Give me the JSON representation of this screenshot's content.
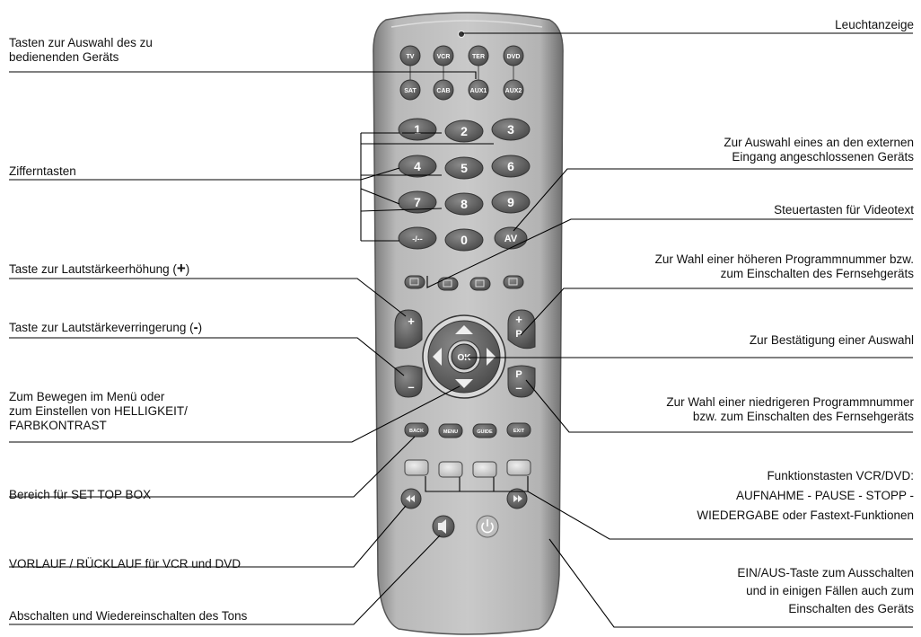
{
  "left_labels": {
    "device_select": "Tasten zur Auswahl des zu\nbedienenden Geräts",
    "number_keys": "Zifferntasten",
    "volume_up": "Taste zur Lautstärkeerhöhung (",
    "volume_up_sign": "+",
    "volume_down": "Taste zur Lautstärkeverringerung (",
    "volume_down_sign": "-",
    "menu_nav": "Zum Bewegen im Menü oder\nzum Einstellen von HELLIGKEIT/\nFARBKONTRAST",
    "stb_area": "Bereich für SET TOP BOX",
    "ff_rew": "VORLAUF / RÜCKLAUF für VCR und DVD",
    "mute": "Abschalten und Wiedereinschalten des Tons"
  },
  "right_labels": {
    "led": "Leuchtanzeige",
    "av_input": "Zur Auswahl eines an den externen\nEingang angeschlossenen Geräts",
    "teletext": "Steuertasten für Videotext",
    "prog_up": "Zur Wahl einer höheren Programmnummer bzw.\nzum Einschalten des Fernsehgeräts",
    "ok_confirm": "Zur Bestätigung einer Auswahl",
    "prog_down": "Zur Wahl einer niedrigeren Programmnummer\nbzw. zum Einschalten des Fernsehgeräts",
    "function_keys": "Funktionstasten VCR/DVD:\nAUFNAHME - PAUSE - STOPP -\nWIEDERGABE oder Fastext-Funktionen",
    "power": "EIN/AUS-Taste zum Ausschalten\nund in einigen Fällen auch zum\nEinschalten des Geräts"
  },
  "remote": {
    "device_row1": [
      "TV",
      "VCR",
      "TER",
      "DVD"
    ],
    "device_row2": [
      "SAT",
      "CAB",
      "AUX1",
      "AUX2"
    ],
    "digits": [
      "1",
      "2",
      "3",
      "4",
      "5",
      "6",
      "7",
      "8",
      "9"
    ],
    "dash_key": "-/--",
    "zero_key": "0",
    "av_key": "AV",
    "ok_key": "OK",
    "plus": "+",
    "minus": "–",
    "p_key": "P",
    "menu_row": [
      "BACK",
      "MENU",
      "GUIDE",
      "EXIT"
    ]
  }
}
